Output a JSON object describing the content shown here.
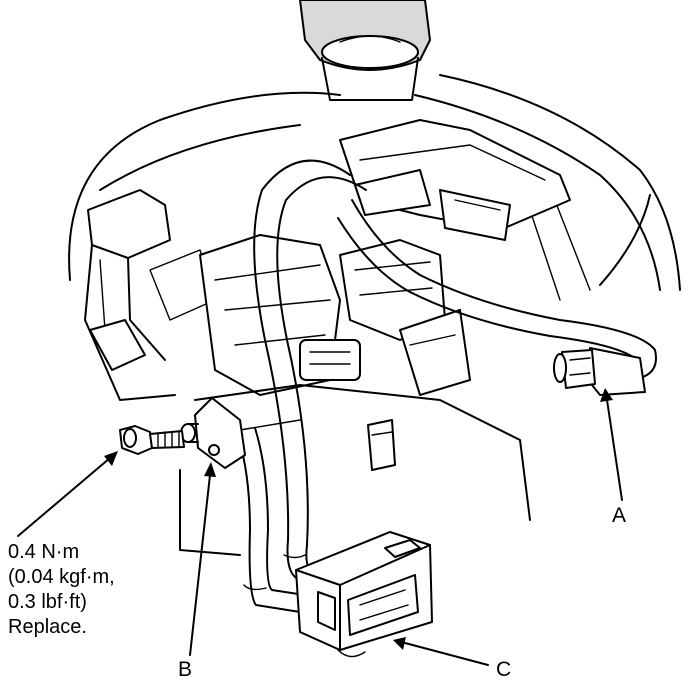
{
  "torque_spec": {
    "line1": "0.4 N·m",
    "line2": "(0.04 kgf·m,",
    "line3": "0.3 lbf·ft)",
    "line4": "Replace."
  },
  "callouts": {
    "a": "A",
    "b": "B",
    "c": "C"
  }
}
